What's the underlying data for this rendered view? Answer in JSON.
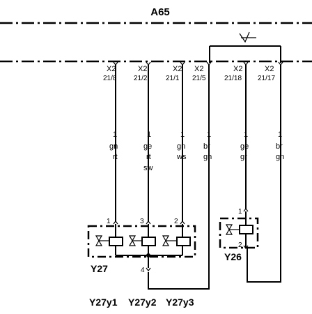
{
  "module_top": "A65",
  "connectors": [
    {
      "id": "X2",
      "pin": "21/8"
    },
    {
      "id": "X2",
      "pin": "21/2"
    },
    {
      "id": "X2",
      "pin": "21/1"
    },
    {
      "id": "X2",
      "pin": "21/5"
    },
    {
      "id": "X2",
      "pin": "21/18"
    },
    {
      "id": "X2",
      "pin": "21/17"
    }
  ],
  "wires": [
    {
      "size": "1",
      "color1": "gn",
      "color2": "rt"
    },
    {
      "size": "1",
      "color1": "ge",
      "color2": "rt",
      "color3": "sw"
    },
    {
      "size": "1",
      "color1": "gn",
      "color2": "ws"
    },
    {
      "size": "1",
      "color1": "br",
      "color2": "gn"
    },
    {
      "size": "1",
      "color1": "ge",
      "color2": "gr"
    },
    {
      "size": "1",
      "color1": "br",
      "color2": "gn"
    }
  ],
  "y27": {
    "label": "Y27",
    "pins": {
      "a": "1",
      "b": "3",
      "c": "2",
      "common": "4"
    },
    "sub_labels": [
      "Y27y1",
      "Y27y2",
      "Y27y3"
    ]
  },
  "y26": {
    "label": "Y26",
    "pins": {
      "top": "1",
      "bottom": "2"
    }
  }
}
